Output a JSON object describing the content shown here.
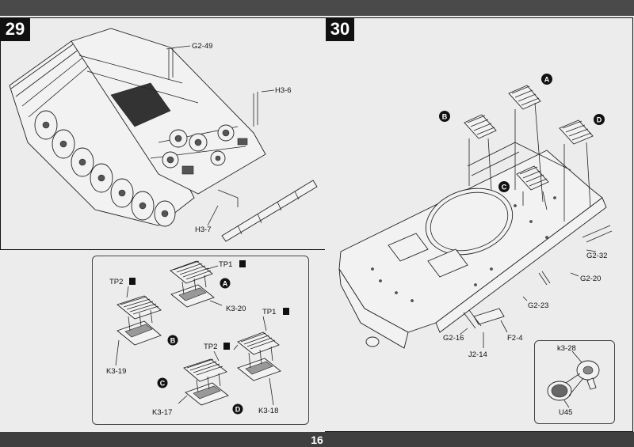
{
  "page_number": "16",
  "steps": [
    {
      "number": "29"
    },
    {
      "number": "30"
    }
  ],
  "step29_labels": {
    "g2_49": "G2-49",
    "h3_6": "H3-6",
    "h3_7": "H3-7"
  },
  "inset29": {
    "tp1_a": "TP1",
    "tp2_b": "TP2",
    "tp1_d": "TP1",
    "tp2_c": "TP2",
    "k3_20": "K3-20",
    "k3_19": "K3-19",
    "k3_17": "K3-17",
    "k3_18": "K3-18",
    "circles": [
      "A",
      "B",
      "C",
      "D"
    ]
  },
  "step30_labels": {
    "g2_32": "G2-32",
    "g2_20": "G2-20",
    "g2_23": "G2-23",
    "g2_16": "G2-16",
    "f2_4": "F2-4",
    "j2_14": "J2-14",
    "circles": [
      "A",
      "B",
      "C",
      "D"
    ]
  },
  "inset30": {
    "k3_28": "k3-28",
    "u45": "U45"
  }
}
